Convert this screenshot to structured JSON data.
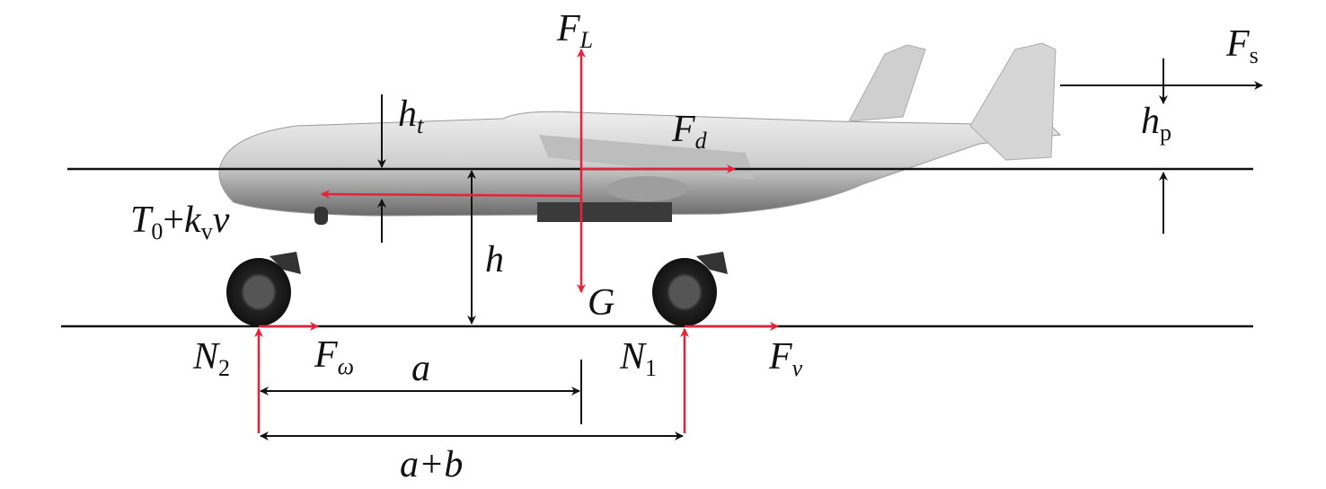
{
  "labels": {
    "lift": {
      "main": "F",
      "sub": "L"
    },
    "drag": {
      "main": "F",
      "sub": "d"
    },
    "thrust": {
      "t": "T",
      "t_sub": "0",
      "plus": "+",
      "k": "k",
      "k_sub": "v",
      "v": "v"
    },
    "thrust_height": {
      "main": "h",
      "sub": "t"
    },
    "cg_height": "h",
    "gravity": "G",
    "side_force": {
      "main": "F",
      "sub": "s"
    },
    "side_height": {
      "main": "h",
      "sub": "p"
    },
    "rear_normal": {
      "main": "N",
      "sub": "2"
    },
    "rear_friction": {
      "main": "F",
      "sub": "ω"
    },
    "front_normal": {
      "main": "N",
      "sub": "1"
    },
    "front_friction": {
      "main": "F",
      "sub": "v"
    },
    "dim_a": "a",
    "dim_ab": "a+b"
  },
  "colors": {
    "force": "#e8203a",
    "line": "#111111",
    "fuselage": "#c8c8c8",
    "tire": "#222222"
  }
}
